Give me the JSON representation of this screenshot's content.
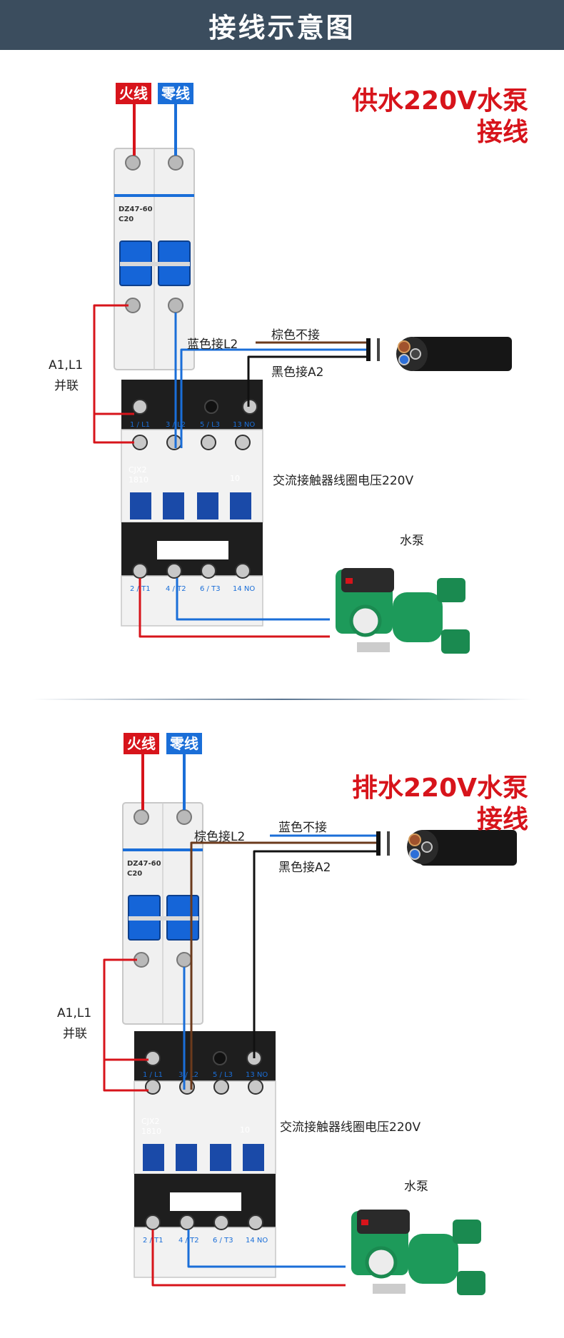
{
  "header": {
    "title": "接线示意图"
  },
  "colors": {
    "header_bg": "#3b4d5e",
    "live": "#d7141b",
    "neutral": "#1a6ed8",
    "brown": "#6b3a1c",
    "black": "#111111"
  },
  "sections": [
    {
      "heading_line1": "供水220V水泵",
      "heading_line2": "接线",
      "live_tag": "火线",
      "neutral_tag": "零线",
      "parallel_label_line1": "A1,L1",
      "parallel_label_line2": "并联",
      "wire_l2_label": "蓝色接L2",
      "wire_unused_label": "棕色不接",
      "wire_a2_label": "黑色接A2",
      "coil_voltage_label": "交流接触器线圈电压220V",
      "pump_label": "水泵",
      "breaker": {
        "model": "DZ47-60",
        "rating": "C20"
      },
      "contactor": {
        "model": "CJX2",
        "number": "1810",
        "aux": "10",
        "top_terminals": [
          "1 / L1",
          "3 / L2",
          "5 / L3",
          "13 NO"
        ],
        "bottom_terminals": [
          "2 / T1",
          "4 / T2",
          "6 / T3",
          "14 NO"
        ]
      }
    },
    {
      "heading_line1": "排水220V水泵",
      "heading_line2": "接线",
      "live_tag": "火线",
      "neutral_tag": "零线",
      "parallel_label_line1": "A1,L1",
      "parallel_label_line2": "并联",
      "wire_l2_label": "棕色接L2",
      "wire_unused_label": "蓝色不接",
      "wire_a2_label": "黑色接A2",
      "coil_voltage_label": "交流接触器线圈电压220V",
      "pump_label": "水泵",
      "breaker": {
        "model": "DZ47-60",
        "rating": "C20"
      },
      "contactor": {
        "model": "CJX2",
        "number": "1810",
        "aux": "10",
        "top_terminals": [
          "1 / L1",
          "3 / L2",
          "5 / L3",
          "13 NO"
        ],
        "bottom_terminals": [
          "2 / T1",
          "4 / T2",
          "6 / T3",
          "14 NO"
        ]
      }
    }
  ]
}
